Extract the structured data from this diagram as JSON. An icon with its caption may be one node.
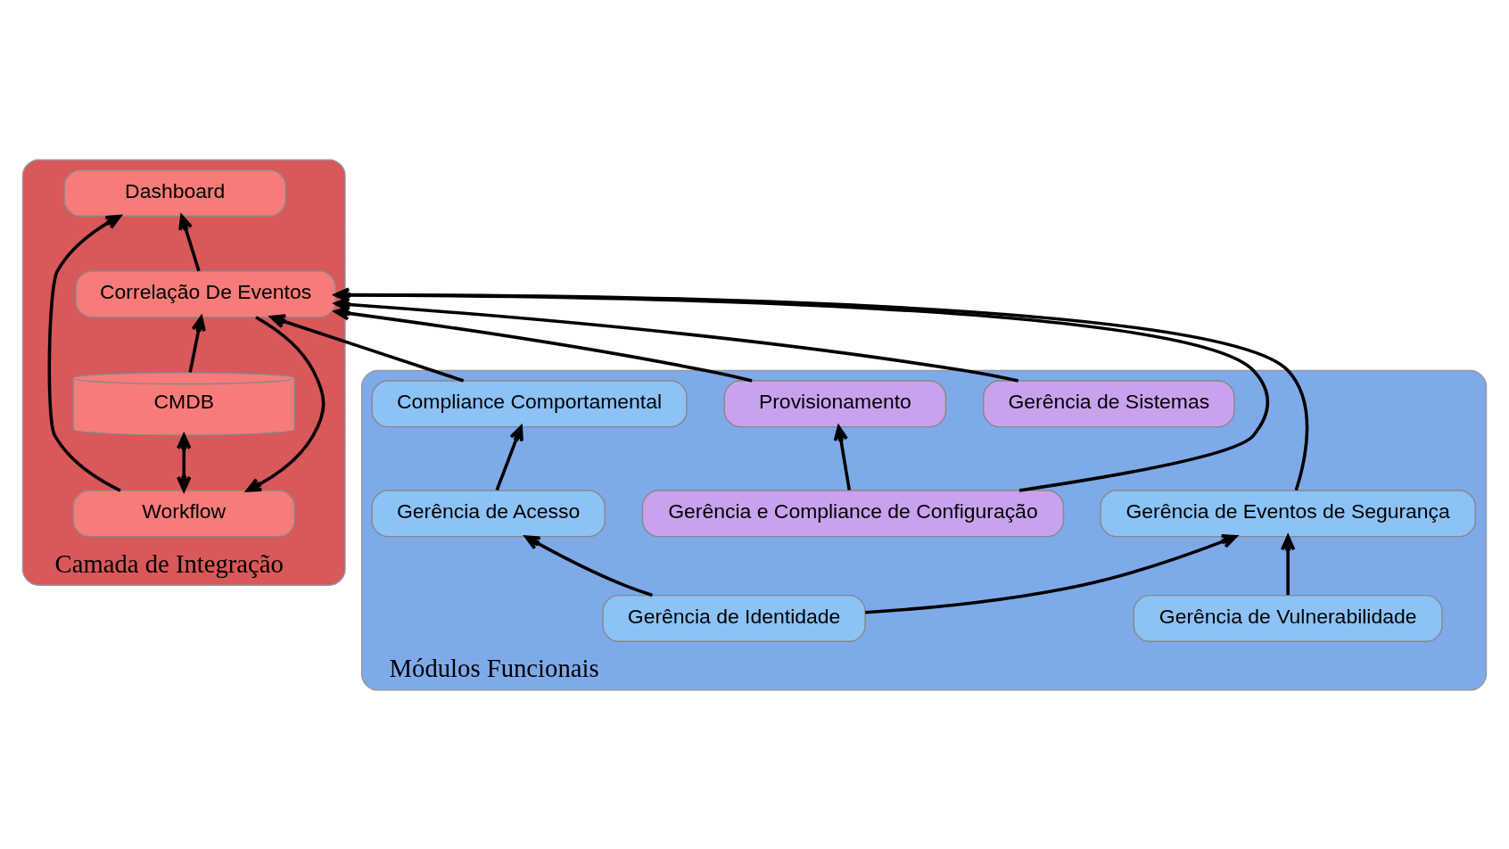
{
  "diagram": {
    "nodes": [
      {
        "text": [
          "Camada de Integração"
        ]
      },
      {
        "text": [
          "Dashboard"
        ],
        "in": 0
      },
      {
        "text": [
          "Workflow"
        ],
        "in": 0
      },
      {
        "text": [
          "Correlação De Eventos"
        ],
        "in": 0
      },
      {
        "text": [
          "CMDB"
        ],
        "in": 0
      },
      {
        "text": [
          "Módulos Funcionais"
        ]
      },
      {
        "text": [
          "Gerência de Sistemas"
        ],
        "in": 5
      },
      {
        "text": [
          "Gerência e Compliance de Configuração"
        ],
        "in": 5
      },
      {
        "text": [
          "Provisionamento"
        ],
        "in": 5
      },
      {
        "text": [
          "Compliance Comportamental"
        ],
        "in": 5
      },
      {
        "text": [
          "Gerência de Eventos de Segurança"
        ],
        "in": 5
      },
      {
        "text": [
          "Gerência de Identidade"
        ],
        "in": 5
      },
      {
        "text": [
          "Gerência de Acesso"
        ],
        "in": 5
      },
      {
        "text": [
          "Gerência de Vulnerabilidade"
        ],
        "in": 5
      }
    ],
    "edges": [
      {
        "from": 2,
        "to": 1,
        "arrow": "to"
      },
      {
        "from": 3,
        "to": 1,
        "arrow": "to"
      },
      {
        "from": 3,
        "to": 2,
        "arrow": "to"
      },
      {
        "from": 2,
        "to": 4,
        "arrow": "both"
      },
      {
        "from": 4,
        "to": 3,
        "arrow": "to"
      },
      {
        "from": 6,
        "to": 3,
        "arrow": "to"
      },
      {
        "from": 7,
        "to": 3,
        "arrow": "to"
      },
      {
        "from": 8,
        "to": 3,
        "arrow": "to"
      },
      {
        "from": 9,
        "to": 3,
        "arrow": "to"
      },
      {
        "from": 10,
        "to": 3,
        "arrow": "to"
      },
      {
        "from": 7,
        "to": 8,
        "arrow": "to"
      },
      {
        "from": 11,
        "to": 10,
        "arrow": "to"
      },
      {
        "from": 12,
        "to": 9,
        "arrow": "to"
      },
      {
        "from": 13,
        "to": 10,
        "arrow": "to"
      },
      {
        "from": 11,
        "to": 12,
        "arrow": "to"
      }
    ]
  }
}
